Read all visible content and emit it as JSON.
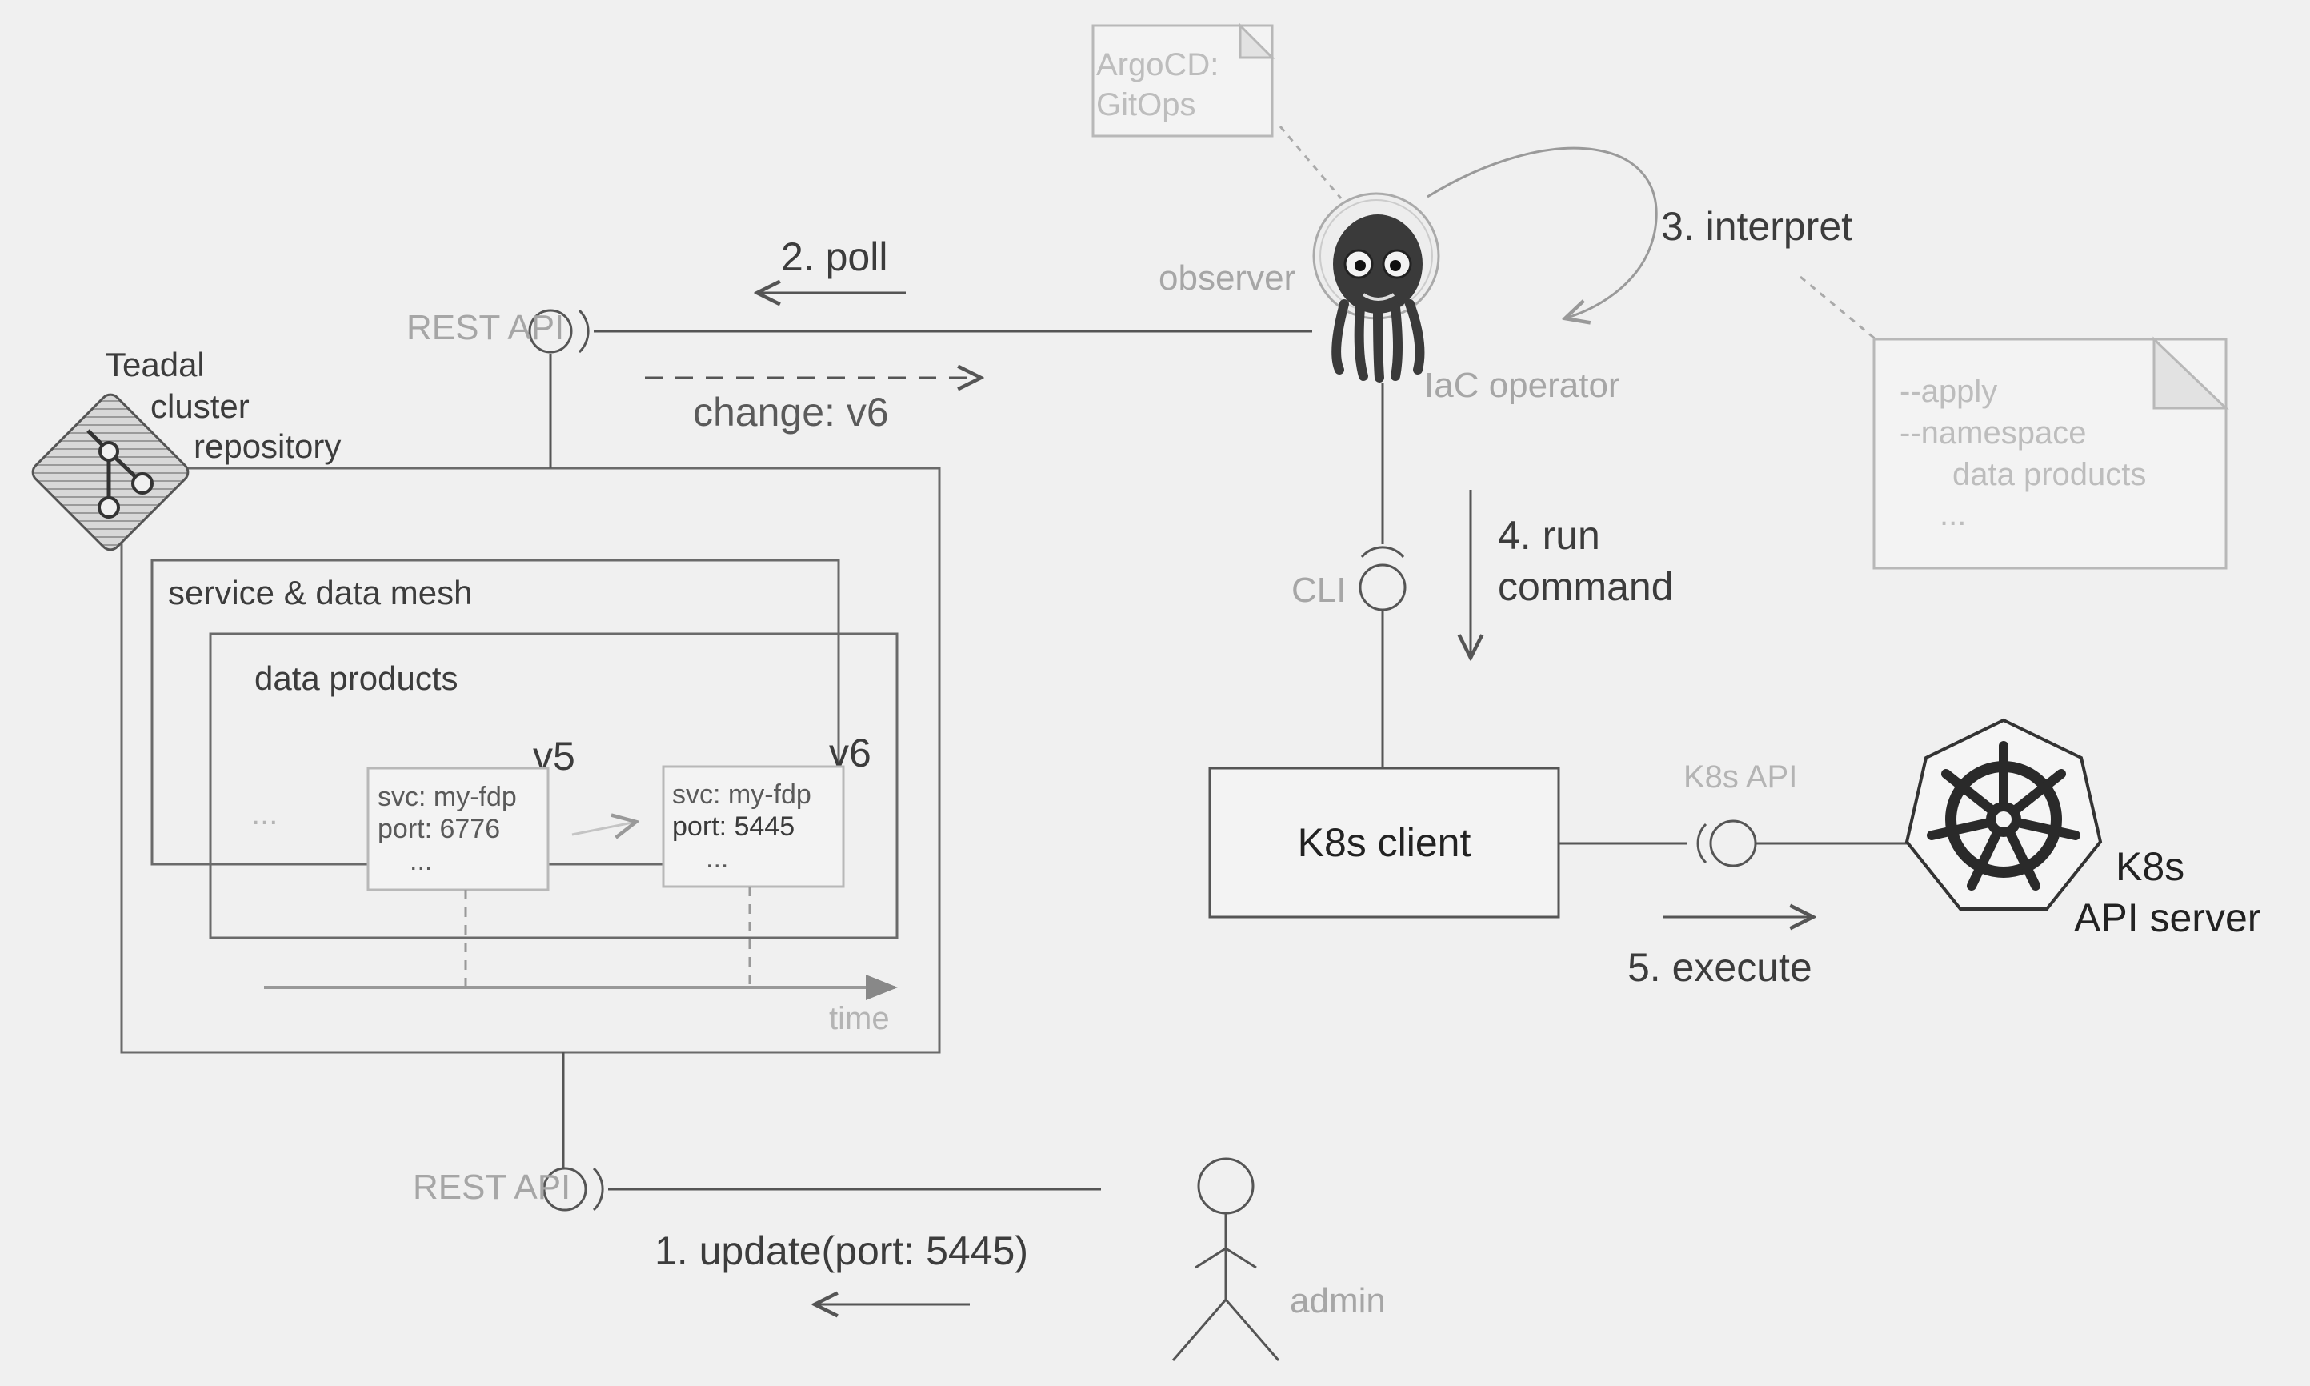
{
  "repository": {
    "title_lines": [
      "Teadal",
      "cluster",
      "repository"
    ],
    "mesh_label": "service & data mesh",
    "products_label": "data products",
    "ellipsis": "...",
    "version_old": {
      "tag": "v5",
      "lines": [
        "svc: my-fdp",
        "port: 6776",
        "..."
      ]
    },
    "version_new": {
      "tag": "v6",
      "lines": [
        "svc: my-fdp",
        "port: 5445",
        "..."
      ]
    },
    "time_label": "time"
  },
  "interfaces": {
    "rest_api_top": "REST API",
    "rest_api_bottom": "REST API",
    "cli": "CLI",
    "k8s_api": "K8s API"
  },
  "operator": {
    "observer_label": "observer",
    "iac_label": "IaC operator",
    "note_lines": [
      "ArgoCD:",
      "GitOps"
    ]
  },
  "command_note": {
    "lines": [
      "--apply",
      "--namespace",
      "data products",
      "..."
    ]
  },
  "k8s_client": {
    "label": "K8s client"
  },
  "api_server": {
    "label_lines": [
      "K8s",
      "API server"
    ]
  },
  "admin": {
    "label": "admin"
  },
  "steps": {
    "update": "1.  update(port: 5445)",
    "poll": "2. poll",
    "change": "change: v6",
    "interpret": "3.  interpret",
    "run_line1": "4.  run",
    "run_line2": "command",
    "execute": "5. execute"
  }
}
